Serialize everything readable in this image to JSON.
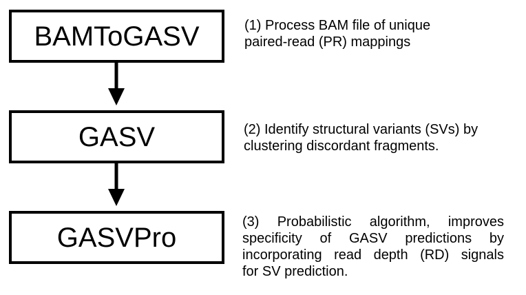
{
  "stages": [
    {
      "label": "BAMToGASV",
      "description": [
        "(1) Process BAM file of unique",
        "paired-read (PR) mappings"
      ]
    },
    {
      "label": "GASV",
      "description": [
        "(2) Identify structural variants (SVs) by",
        "clustering discordant fragments."
      ]
    },
    {
      "label": "GASVPro",
      "description": [
        "(3) Probabilistic algorithm, improves",
        "specificity of GASV predictions by",
        "incorporating read depth (RD) signals",
        "for SV prediction."
      ]
    }
  ],
  "colors": {
    "stroke": "#000000",
    "background": "#ffffff",
    "text": "#000000"
  }
}
